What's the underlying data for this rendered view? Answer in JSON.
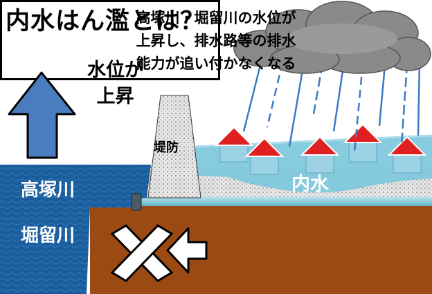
{
  "title": "内水はん濫とは？",
  "water_rise": {
    "line1": "水位が",
    "line2": "上昇"
  },
  "embankment_label": "堤防",
  "rivers": {
    "upper": "高塚川",
    "lower": "堀留川"
  },
  "inland_water_label": "内水",
  "explanation": {
    "line1": "高塚川・堀留川の水位が",
    "line2": "上昇し、排水路等の排水",
    "line3": "能力が追い付かなくなる"
  },
  "colors": {
    "arrow_blue": "#4a7cc0",
    "river_blue": "#1b5e9e",
    "inland_water": "#7fc8dc",
    "soil_brown": "#9a4a12",
    "roof_red": "#e02020",
    "cloud_gray": "#8a8a8a"
  }
}
